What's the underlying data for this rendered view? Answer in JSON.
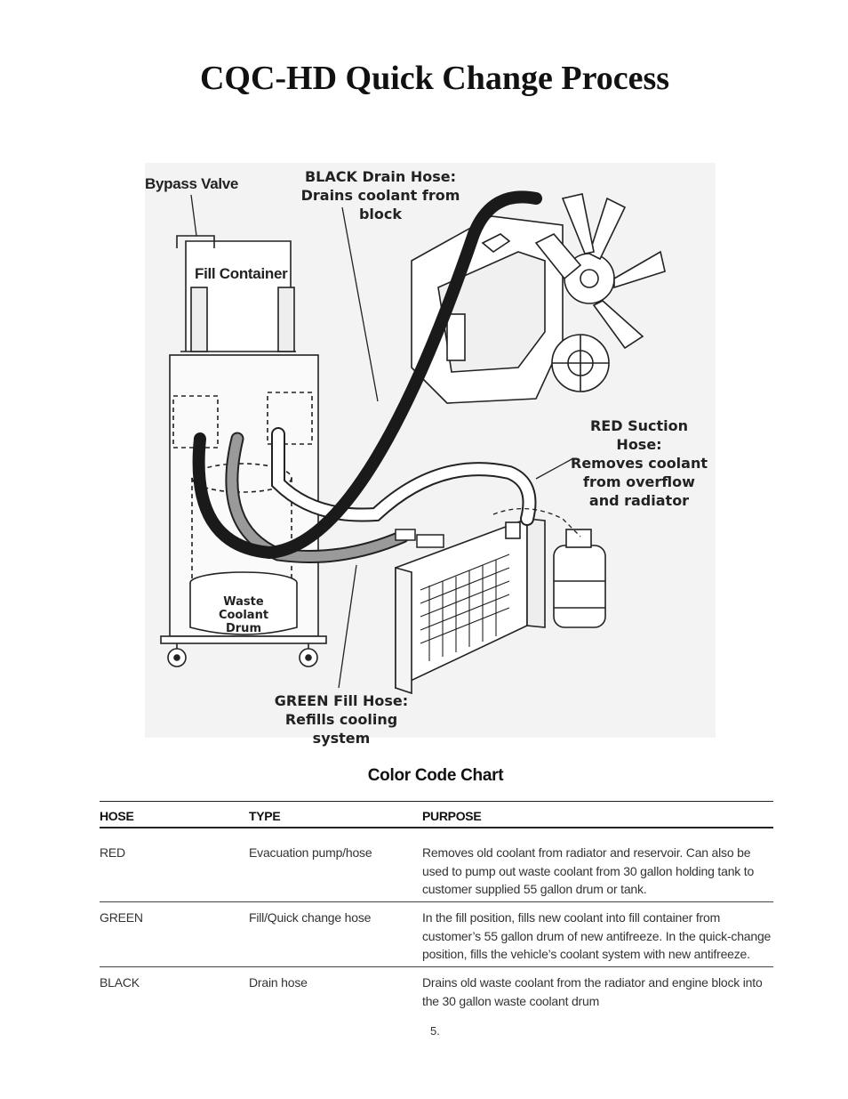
{
  "page": {
    "title": "CQC-HD Quick Change Process",
    "page_number": "5."
  },
  "figure": {
    "callouts": {
      "bypass_valve": "Bypass Valve",
      "black_hose": "BLACK Drain Hose:\nDrains coolant from block",
      "red_hose": "RED Suction Hose:\nRemoves coolant\nfrom overflow\nand radiator",
      "green_hose": "GREEN Fill Hose:\nRefills cooling system",
      "fill_container": "Fill Container",
      "waste_drum": "Waste\nCoolant\nDrum"
    }
  },
  "chart": {
    "title": "Color Code Chart",
    "headers": {
      "hose": "HOSE",
      "type": "TYPE",
      "purpose": "PURPOSE"
    },
    "rows": [
      {
        "hose": "RED",
        "type": "Evacuation pump/hose",
        "purpose": "Removes old coolant from radiator and reservoir. Can also be used to pump out waste coolant from 30 gallon holding tank to customer supplied 55 gallon drum or tank."
      },
      {
        "hose": "GREEN",
        "type": "Fill/Quick change hose",
        "purpose": "In the fill position, fills new coolant into fill container from customer’s 55 gallon drum of new antifreeze. In the quick-change position, fills the vehicle’s coolant system with new antifreeze."
      },
      {
        "hose": "BLACK",
        "type": "Drain hose",
        "purpose": "Drains old waste coolant from the radiator and engine block into the 30 gallon waste coolant drum"
      }
    ]
  }
}
